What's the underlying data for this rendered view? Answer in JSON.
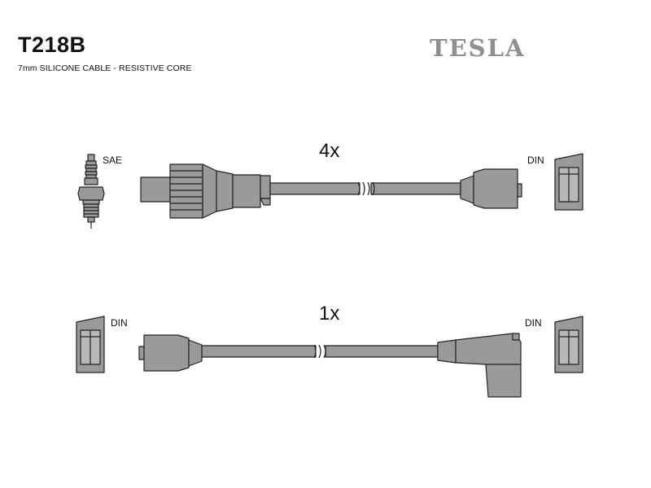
{
  "header": {
    "code": "T218B",
    "description": "7mm SILICONE CABLE - RESISTIVE CORE",
    "brand": "TESLA"
  },
  "set1": {
    "quantity": "4x",
    "left_label": "SAE",
    "right_label": "DIN"
  },
  "set2": {
    "quantity": "1x",
    "left_label": "DIN",
    "right_label": "DIN"
  },
  "colors": {
    "part_fill": "#9a9a9a",
    "outline": "#222222",
    "brand": "#8f8f8f"
  }
}
